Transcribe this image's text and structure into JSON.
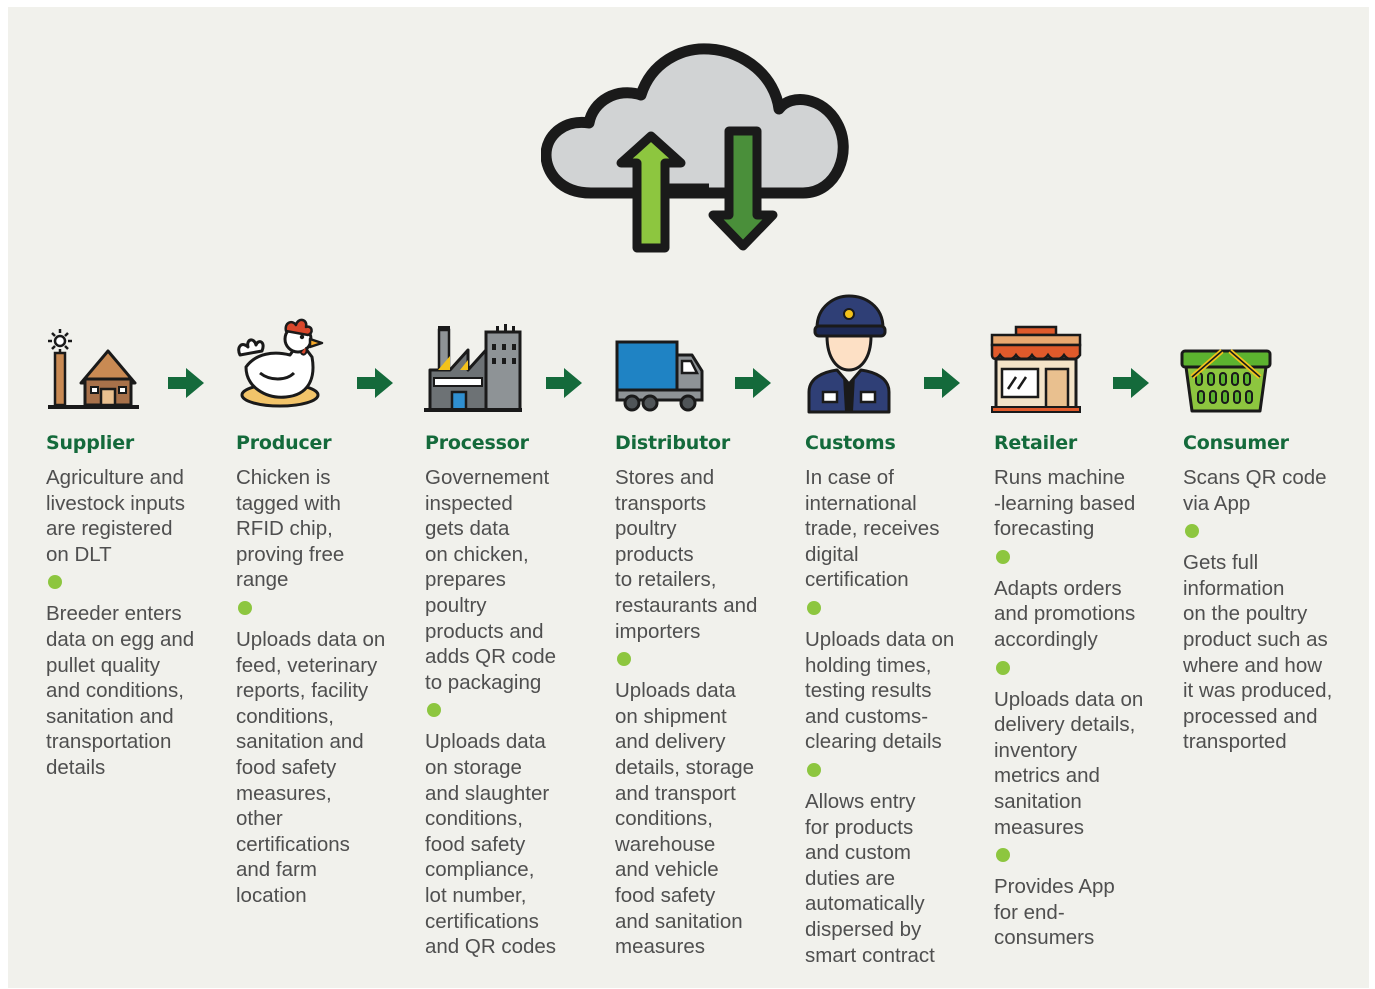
{
  "colors": {
    "panel": "#f1f1ec",
    "title": "#146a3b",
    "text": "#4f4f4f",
    "bullet": "#8dc63f",
    "arrow": "#146a3b"
  },
  "cloud": {
    "icon": "cloud-upload-download-icon"
  },
  "stages": [
    {
      "title": "Supplier",
      "icon": "farm-icon",
      "items": [
        "Agriculture and\nlivestock inputs\nare registered\non DLT",
        "Breeder enters\ndata on egg and\npullet quality\nand conditions,\nsanitation and\ntransportation\ndetails"
      ]
    },
    {
      "title": "Producer",
      "icon": "chicken-icon",
      "items": [
        "Chicken is\ntagged with\nRFID chip,\nproving free\nrange",
        "Uploads data on\nfeed, veterinary\nreports, facility\nconditions,\nsanitation and\nfood safety\nmeasures,\nother\ncertifications\nand farm\nlocation"
      ]
    },
    {
      "title": "Processor",
      "icon": "factory-icon",
      "items": [
        "Governement\ninspected\ngets data\non chicken,\nprepares\npoultry\nproducts and\nadds QR code\nto packaging",
        "Uploads data\non storage\nand slaughter\nconditions,\nfood safety\ncompliance,\nlot number,\ncertifications\nand QR codes"
      ]
    },
    {
      "title": "Distributor",
      "icon": "truck-icon",
      "items": [
        "Stores and\ntransports\npoultry\nproducts\nto retailers,\nrestaurants and\nimporters",
        "Uploads data\non shipment\nand delivery\ndetails, storage\nand transport\nconditions,\nwarehouse\nand vehicle\nfood safety\nand sanitation\nmeasures"
      ]
    },
    {
      "title": "Customs",
      "icon": "customs-officer-icon",
      "items": [
        "In case of\ninternational\ntrade, receives\ndigital\ncertification",
        "Uploads data on\nholding times,\ntesting results\nand customs-\nclearing details",
        "Allows entry\nfor products\nand custom\nduties are\nautomatically\ndispersed by\nsmart contract"
      ]
    },
    {
      "title": "Retailer",
      "icon": "store-icon",
      "items": [
        "Runs machine\n-learning based\nforecasting",
        "Adapts orders\nand promotions\naccordingly",
        "Uploads data on\ndelivery details,\ninventory\nmetrics and\nsanitation\nmeasures",
        "Provides App\nfor end-\nconsumers"
      ]
    },
    {
      "title": "Consumer",
      "icon": "basket-icon",
      "items": [
        "Scans QR  code\nvia App",
        "Gets full\ninformation\non the poultry\nproduct such as\nwhere and how\nit was produced,\nprocessed and\ntransported"
      ]
    }
  ]
}
